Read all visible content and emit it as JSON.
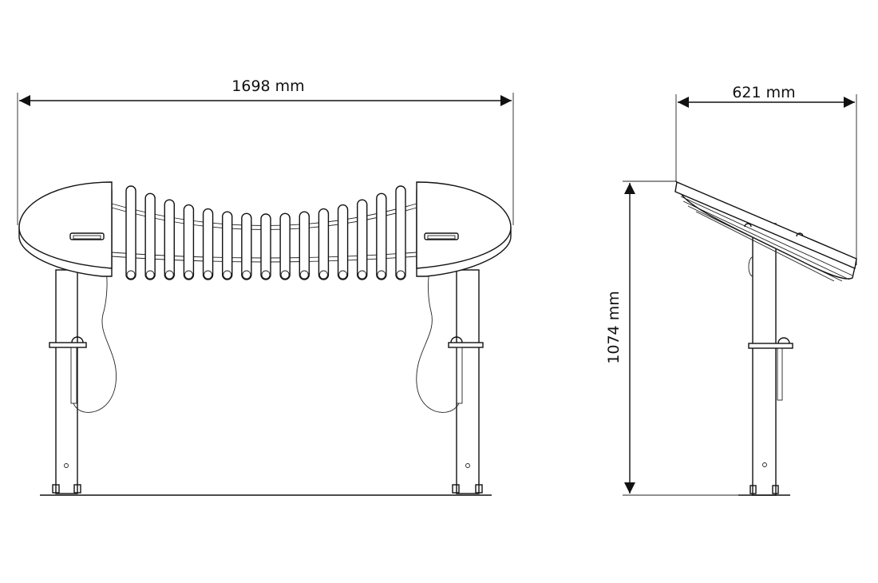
{
  "drawing": {
    "front_view": {
      "width_dimension": "1698 mm",
      "bar_count": 15
    },
    "side_view": {
      "depth_dimension": "621 mm",
      "height_dimension": "1074 mm"
    },
    "line_color": "#111111",
    "background_color": "#ffffff"
  }
}
